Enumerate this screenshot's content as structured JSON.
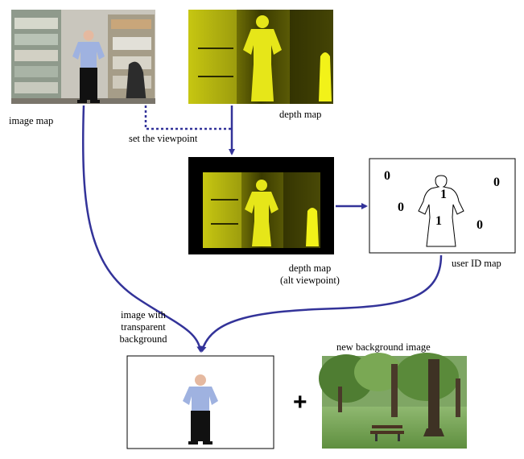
{
  "labels": {
    "image_map": "image  map",
    "depth_map": "depth map",
    "set_viewpoint": "set the viewpoint",
    "depth_alt_line1": "depth map",
    "depth_alt_line2": "(alt viewpoint)",
    "user_id_map": "user ID map",
    "image_transparent_line1": "image  with",
    "image_transparent_line2": "transparent",
    "image_transparent_line3": "background",
    "new_background": "new background image",
    "plus": "+"
  },
  "user_id_values": [
    "0",
    "1",
    "0",
    "1",
    "0",
    "0"
  ],
  "colors": {
    "arrow": "#333399",
    "depth_yellow": "#e6e619",
    "depth_dark": "#2a2a00",
    "black": "#000000"
  }
}
